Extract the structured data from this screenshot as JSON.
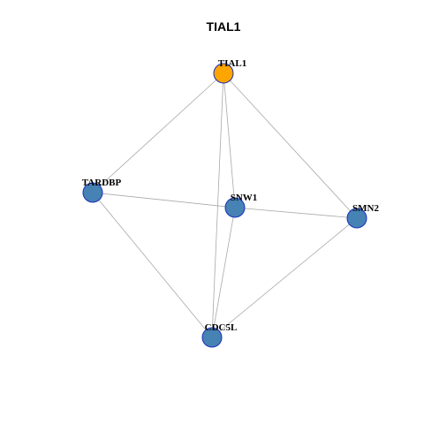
{
  "title": "TIAL1",
  "colors": {
    "hub_fill": "#ffa500",
    "node_fill": "#4682b4",
    "node_stroke": "#1a2fb8",
    "edge": "#a9a9a9"
  },
  "nodes": [
    {
      "id": "TIAL1",
      "label": "TIAL1",
      "role": "hub"
    },
    {
      "id": "TARDBP",
      "label": "TARDBP",
      "role": "partner"
    },
    {
      "id": "SNW1",
      "label": "SNW1",
      "role": "partner"
    },
    {
      "id": "SMN2",
      "label": "SMN2",
      "role": "partner"
    },
    {
      "id": "CDC5L",
      "label": "CDC5L",
      "role": "partner"
    }
  ],
  "edges": [
    [
      "TIAL1",
      "TARDBP"
    ],
    [
      "TIAL1",
      "SNW1"
    ],
    [
      "TIAL1",
      "SMN2"
    ],
    [
      "TIAL1",
      "CDC5L"
    ],
    [
      "TARDBP",
      "SNW1"
    ],
    [
      "TARDBP",
      "CDC5L"
    ],
    [
      "SNW1",
      "SMN2"
    ],
    [
      "SNW1",
      "CDC5L"
    ],
    [
      "SMN2",
      "CDC5L"
    ]
  ]
}
